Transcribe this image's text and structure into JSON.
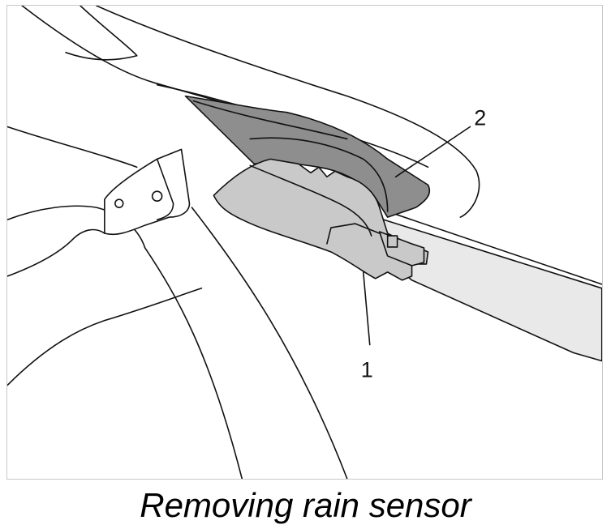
{
  "figure": {
    "caption": "Removing rain sensor",
    "callouts": [
      {
        "label": "1",
        "part": "rain-sensor"
      },
      {
        "label": "2",
        "part": "sensor-bracket"
      }
    ],
    "colors": {
      "line": "#111111",
      "sensor_fill": "#c9c9c9",
      "bracket_fill": "#8e8e8e",
      "strip_fill": "#e9e9e9",
      "background": "#ffffff"
    }
  }
}
